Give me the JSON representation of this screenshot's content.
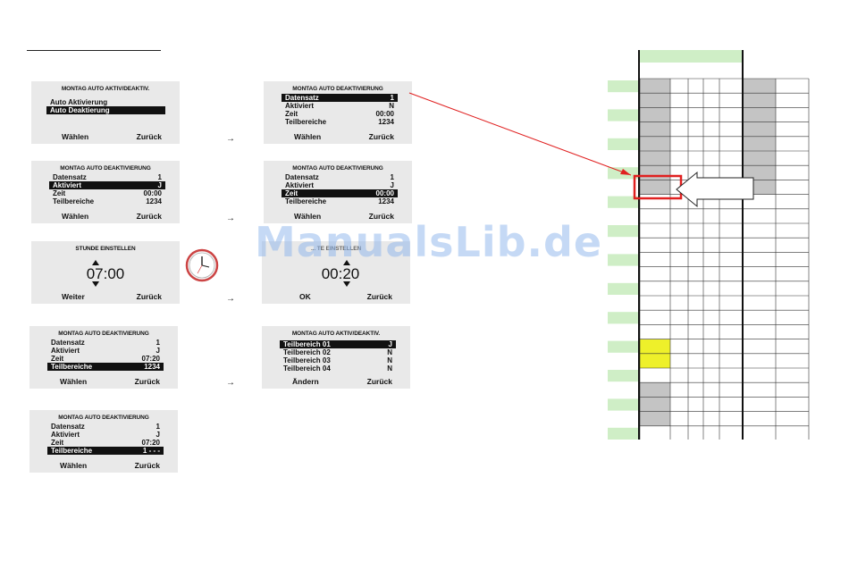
{
  "watermark": "ManualsLib.de",
  "arrows": [
    "→",
    "→",
    "→",
    "→"
  ],
  "screens": {
    "s1": {
      "title": "MONTAG AUTO AKTIV/DEAKTIV.",
      "row1": "Auto Aktivierung",
      "row2": "Auto Deaktierung",
      "left": "Wählen",
      "right": "Zurück"
    },
    "s2": {
      "title": "MONTAG AUTO DEAKTIVIERUNG",
      "rows": [
        [
          "Datensatz",
          "1"
        ],
        [
          "Aktiviert",
          "N"
        ],
        [
          "Zeit",
          "00:00"
        ],
        [
          "Teilbereiche",
          "1234"
        ]
      ],
      "left": "Wählen",
      "right": "Zurück"
    },
    "s3": {
      "title": "MONTAG AUTO DEAKTIVIERUNG",
      "rows": [
        [
          "Datensatz",
          "1"
        ],
        [
          "Aktiviert",
          "J"
        ],
        [
          "Zeit",
          "00:00"
        ],
        [
          "Teilbereiche",
          "1234"
        ]
      ],
      "left": "Wählen",
      "right": "Zurück"
    },
    "s4": {
      "title": "MONTAG AUTO DEAKTIVIERUNG",
      "rows": [
        [
          "Datensatz",
          "1"
        ],
        [
          "Aktiviert",
          "J"
        ],
        [
          "Zeit",
          "00:00"
        ],
        [
          "Teilbereiche",
          "1234"
        ]
      ],
      "left": "Wählen",
      "right": "Zurück"
    },
    "s5": {
      "title": "STUNDE EINSTELLEN",
      "time": "07:00",
      "left": "Weiter",
      "right": "Zurück"
    },
    "s6": {
      "title": "... TE EINSTELLEN",
      "time": "00:20",
      "left": "OK",
      "right": "Zurück"
    },
    "s7": {
      "title": "MONTAG AUTO DEAKTIVIERUNG",
      "rows": [
        [
          "Datensatz",
          "1"
        ],
        [
          "Aktiviert",
          "J"
        ],
        [
          "Zeit",
          "07:20"
        ],
        [
          "Teilbereiche",
          "1234"
        ]
      ],
      "left": "Wählen",
      "right": "Zurück"
    },
    "s8": {
      "title": "MONTAG AUTO AKTIV/DEAKTIV.",
      "rows": [
        [
          "Teilbereich 01",
          "J"
        ],
        [
          "Teilbereich 02",
          "N"
        ],
        [
          "Teilbereich 03",
          "N"
        ],
        [
          "Teilbereich 04",
          "N"
        ]
      ],
      "left": "Ändern",
      "right": "Zurück"
    },
    "s9": {
      "title": "MONTAG AUTO DEAKTIVIERUNG",
      "rows": [
        [
          "Datensatz",
          "1"
        ],
        [
          "Aktiviert",
          "J"
        ],
        [
          "Zeit",
          "07:20"
        ],
        [
          "Teilbereiche",
          "1 - - -"
        ]
      ],
      "left": "Wählen",
      "right": "Zurück"
    }
  },
  "colors": {
    "lcd_bg": "#e9e9e9",
    "highlight": "#111111",
    "green": "#cfeec6",
    "gray": "#c4c4c4",
    "yellow": "#eef02a",
    "red": "#e02020"
  }
}
